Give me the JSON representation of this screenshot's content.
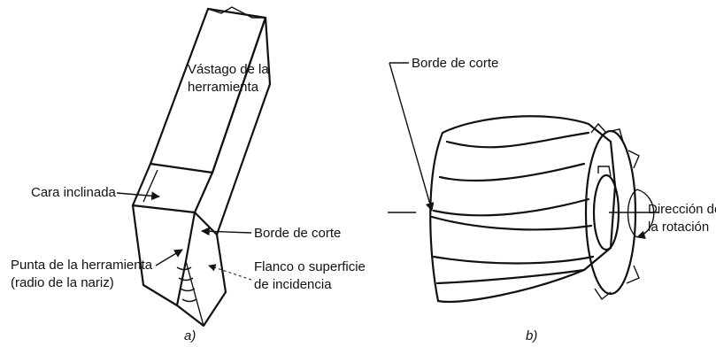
{
  "figure_a": {
    "caption": "a)",
    "labels": {
      "shank": "Vástago de la",
      "shank_line2": "herramienta",
      "rake_face": "Cara inclinada",
      "cutting_edge": "Borde de corte",
      "tool_point": "Punta de la herramienta",
      "tool_point_line2": "(radio de la nariz)",
      "flank": "Flanco o superficie",
      "flank_line2": "de incidencia"
    }
  },
  "figure_b": {
    "caption": "b)",
    "labels": {
      "cutting_edge": "Borde de corte",
      "rotation": "Dirección de",
      "rotation_line2": "la rotación"
    }
  }
}
